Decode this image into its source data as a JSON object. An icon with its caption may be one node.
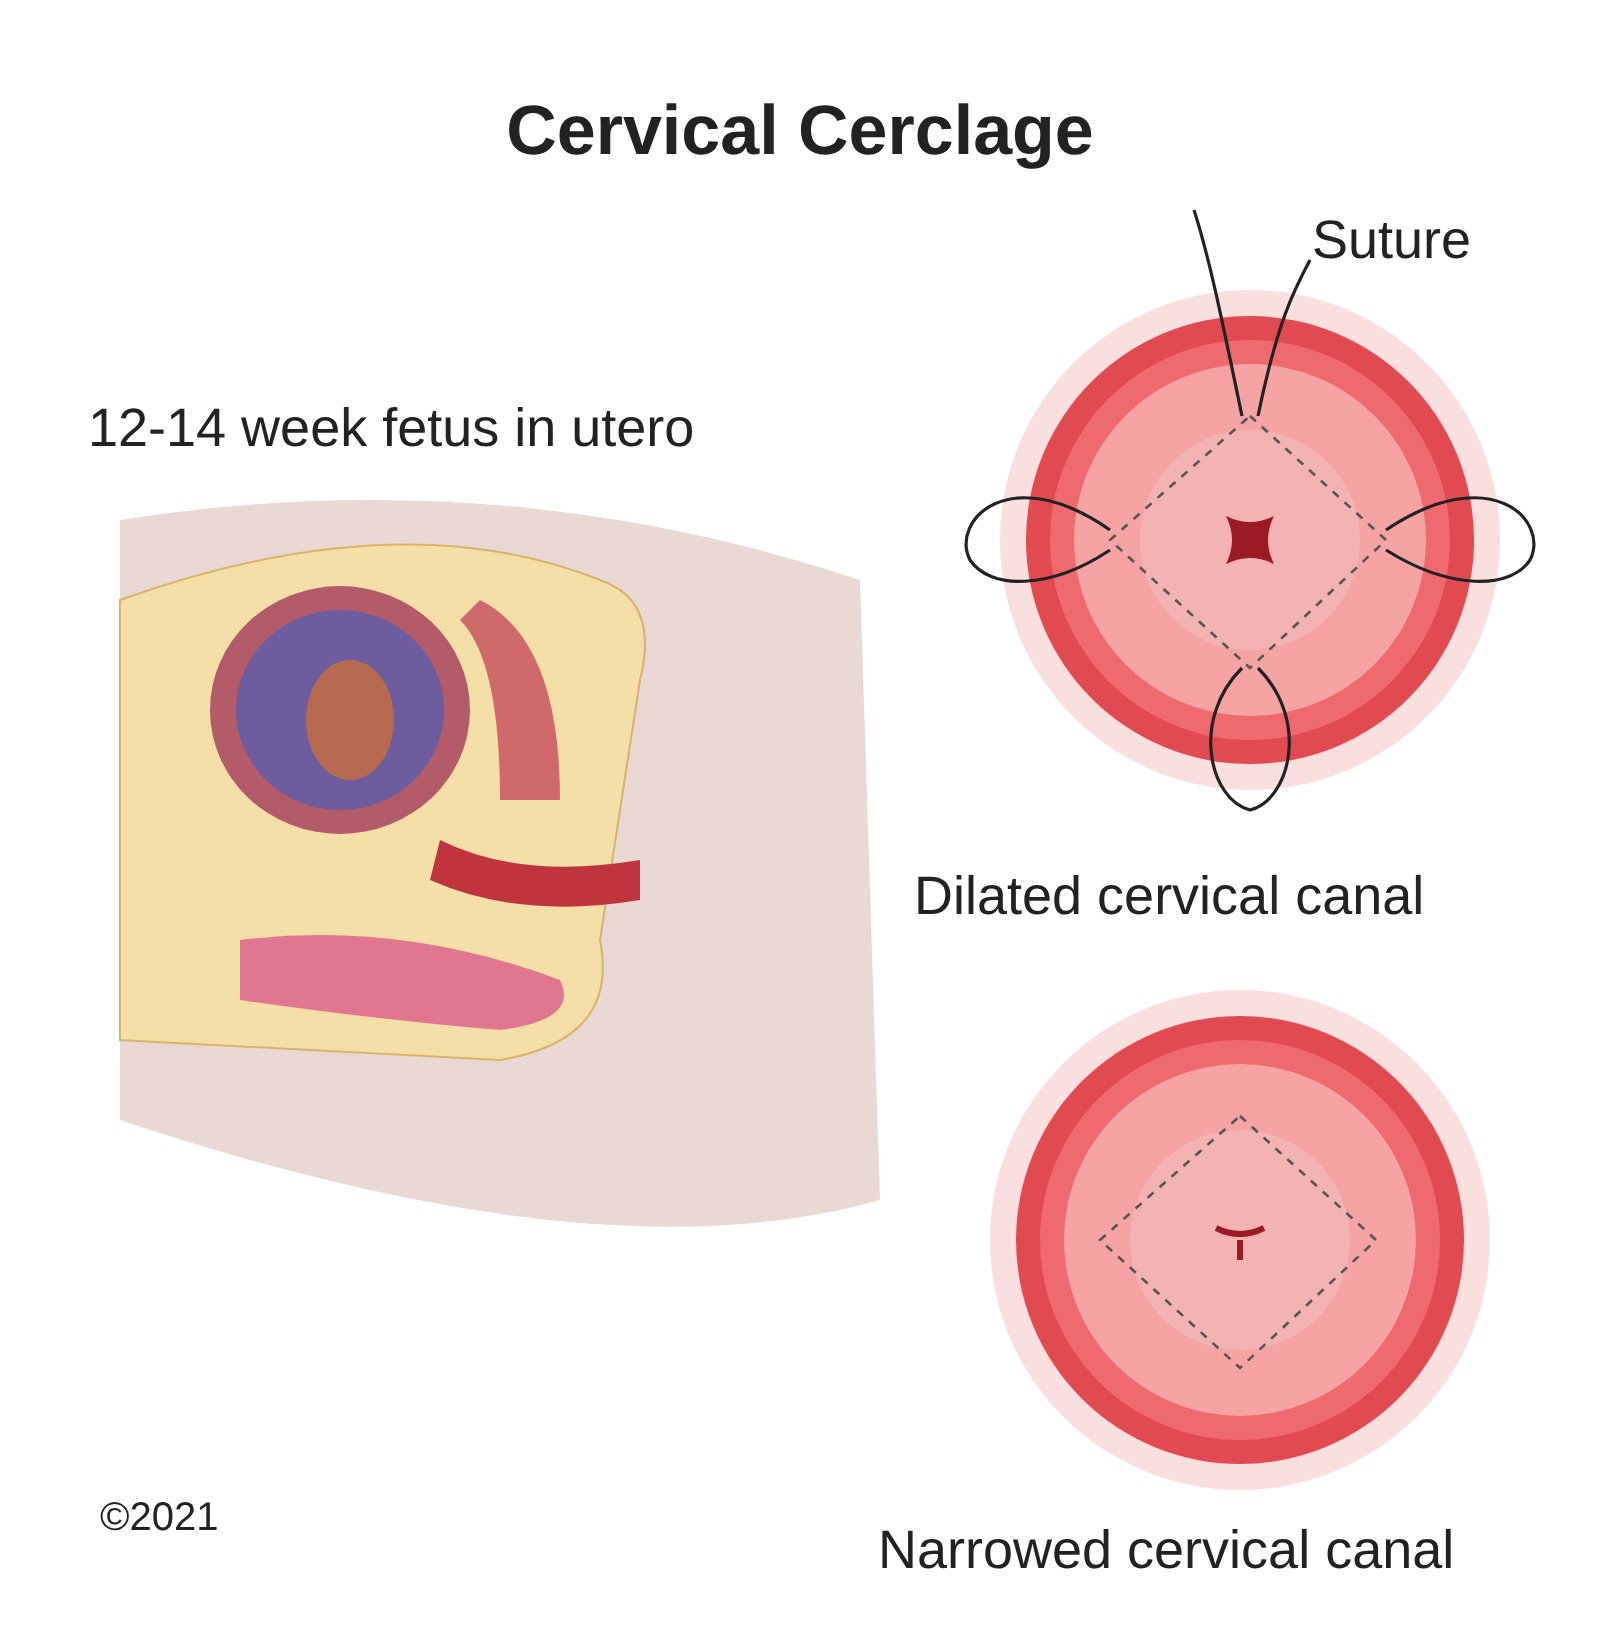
{
  "diagram": {
    "title": "Cervical Cerclage",
    "labels": [
      "12-14 week fetus in utero",
      "Suture",
      "Dilated cervical canal",
      "Narrowed cervical canal",
      "©2021"
    ]
  }
}
